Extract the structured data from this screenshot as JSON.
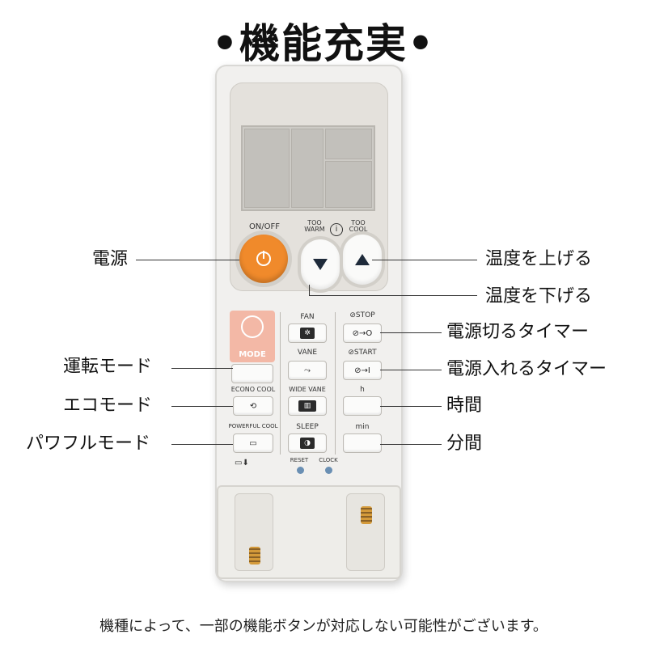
{
  "title": "•機能充実•",
  "remote": {
    "onoff_label": "ON/OFF",
    "too_warm": "TOO\nWARM",
    "too_cool": "TOO\nCOOL",
    "mode_label": "MODE",
    "fan_label": "FAN",
    "stop_label": "⊘STOP",
    "vane_label": "VANE",
    "start_label": "⊘START",
    "h_label": "h",
    "econo_label": "ECONO COOL",
    "wide_vane_label": "WIDE VANE",
    "min_label": "min",
    "powerful_label": "POWERFUL COOL",
    "sleep_label": "SLEEP",
    "reset_label": "RESET",
    "clock_label": "CLOCK",
    "stop_key": "⊘→O",
    "start_key": "⊘→I"
  },
  "callouts": {
    "power": "電源",
    "temp_up": "温度を上げる",
    "temp_down": "温度を下げる",
    "off_timer": "電源切るタイマー",
    "mode": "運転モード",
    "on_timer": "電源入れるタイマー",
    "econo": "エコモード",
    "hour": "時間",
    "powerful": "パワフルモード",
    "minute": "分間"
  },
  "footer": "機種によって、一部の機能ボタンが対応しない可能性がございます。",
  "colors": {
    "onoff": "#f08a2b",
    "mode_panel": "#f3b8a6",
    "arrow": "#1e2a3a",
    "indicator": "#6a8fb3"
  }
}
